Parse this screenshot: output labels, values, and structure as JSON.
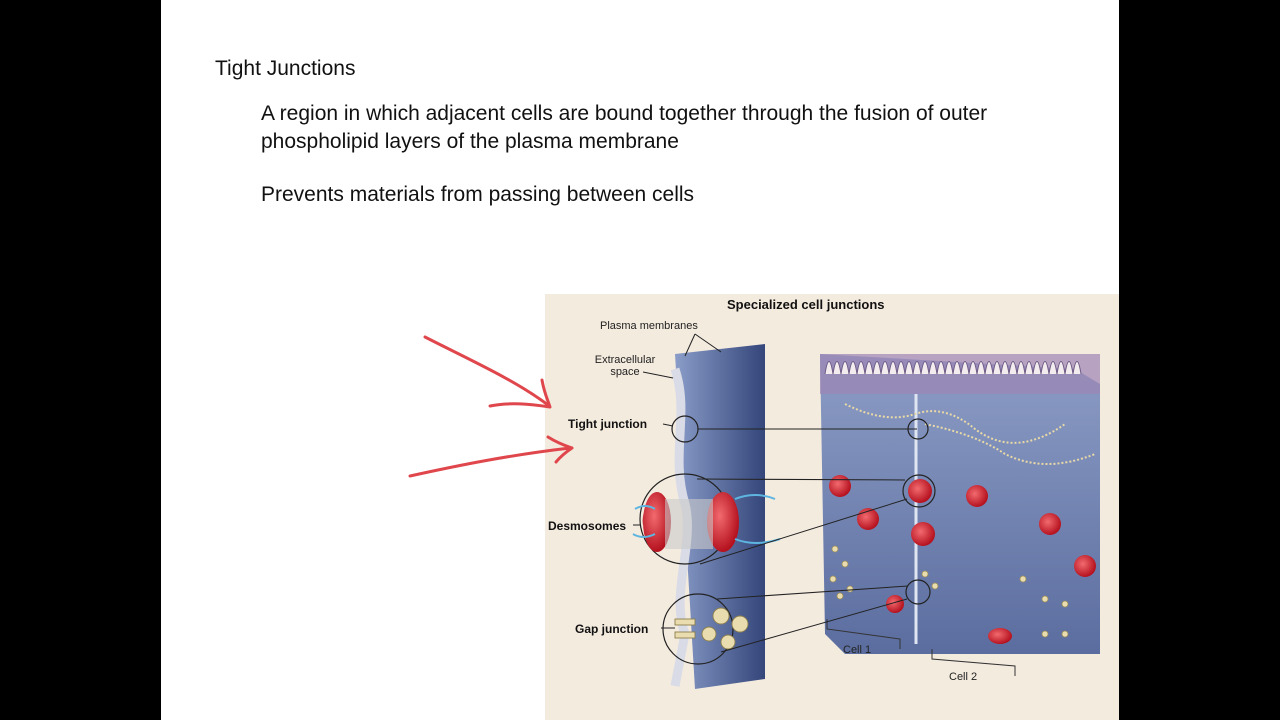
{
  "slide": {
    "title": "Tight Junctions",
    "bullets": [
      "A region in which adjacent cells are bound together through the fusion of outer phospholipid layers of the plasma membrane",
      "Prevents materials from passing between cells"
    ]
  },
  "figure": {
    "title": "Specialized cell junctions",
    "labels": {
      "plasma_membranes": "Plasma membranes",
      "extracellular_space": "Extracellular space",
      "tight_junction": "Tight junction",
      "desmosomes": "Desmosomes",
      "gap_junction": "Gap junction",
      "cell1": "Cell 1",
      "cell2": "Cell 2"
    }
  },
  "colors": {
    "annotation_arrow": "#e0474c",
    "cell_blue": "#4a5f95",
    "desmosome_red": "#d8232f",
    "figure_bg": "#f4ebdf"
  }
}
